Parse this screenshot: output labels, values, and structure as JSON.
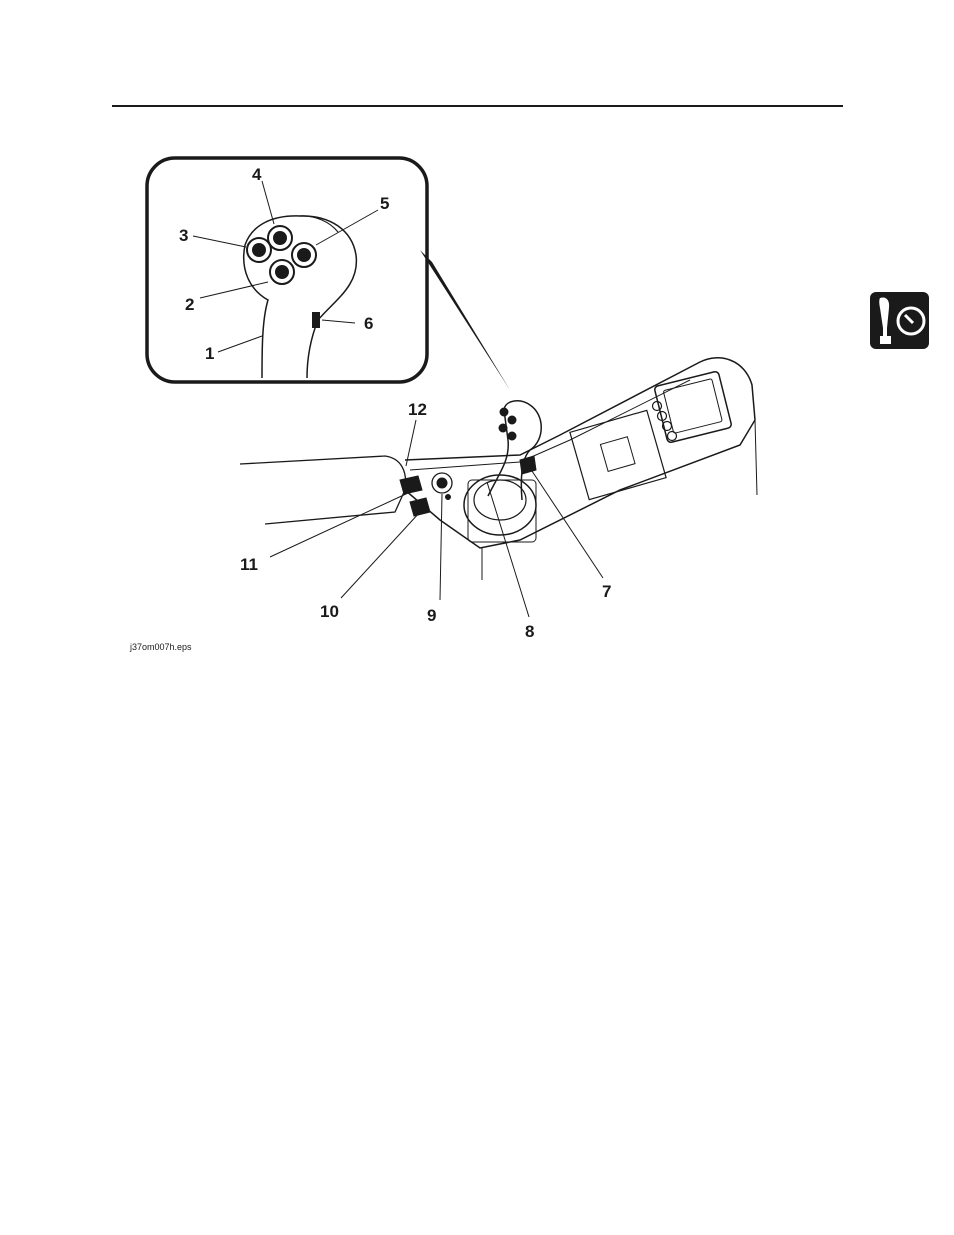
{
  "figure": {
    "callouts": {
      "c1": "1",
      "c2": "2",
      "c3": "3",
      "c4": "4",
      "c5": "5",
      "c6": "6",
      "c7": "7",
      "c8": "8",
      "c9": "9",
      "c10": "10",
      "c11": "11",
      "c12": "12"
    },
    "filename": "j37om007h.eps"
  },
  "section_tab": {
    "icon": "joystick-and-gauge-icon"
  },
  "colors": {
    "ink": "#1a1a1a",
    "paper": "#ffffff"
  }
}
